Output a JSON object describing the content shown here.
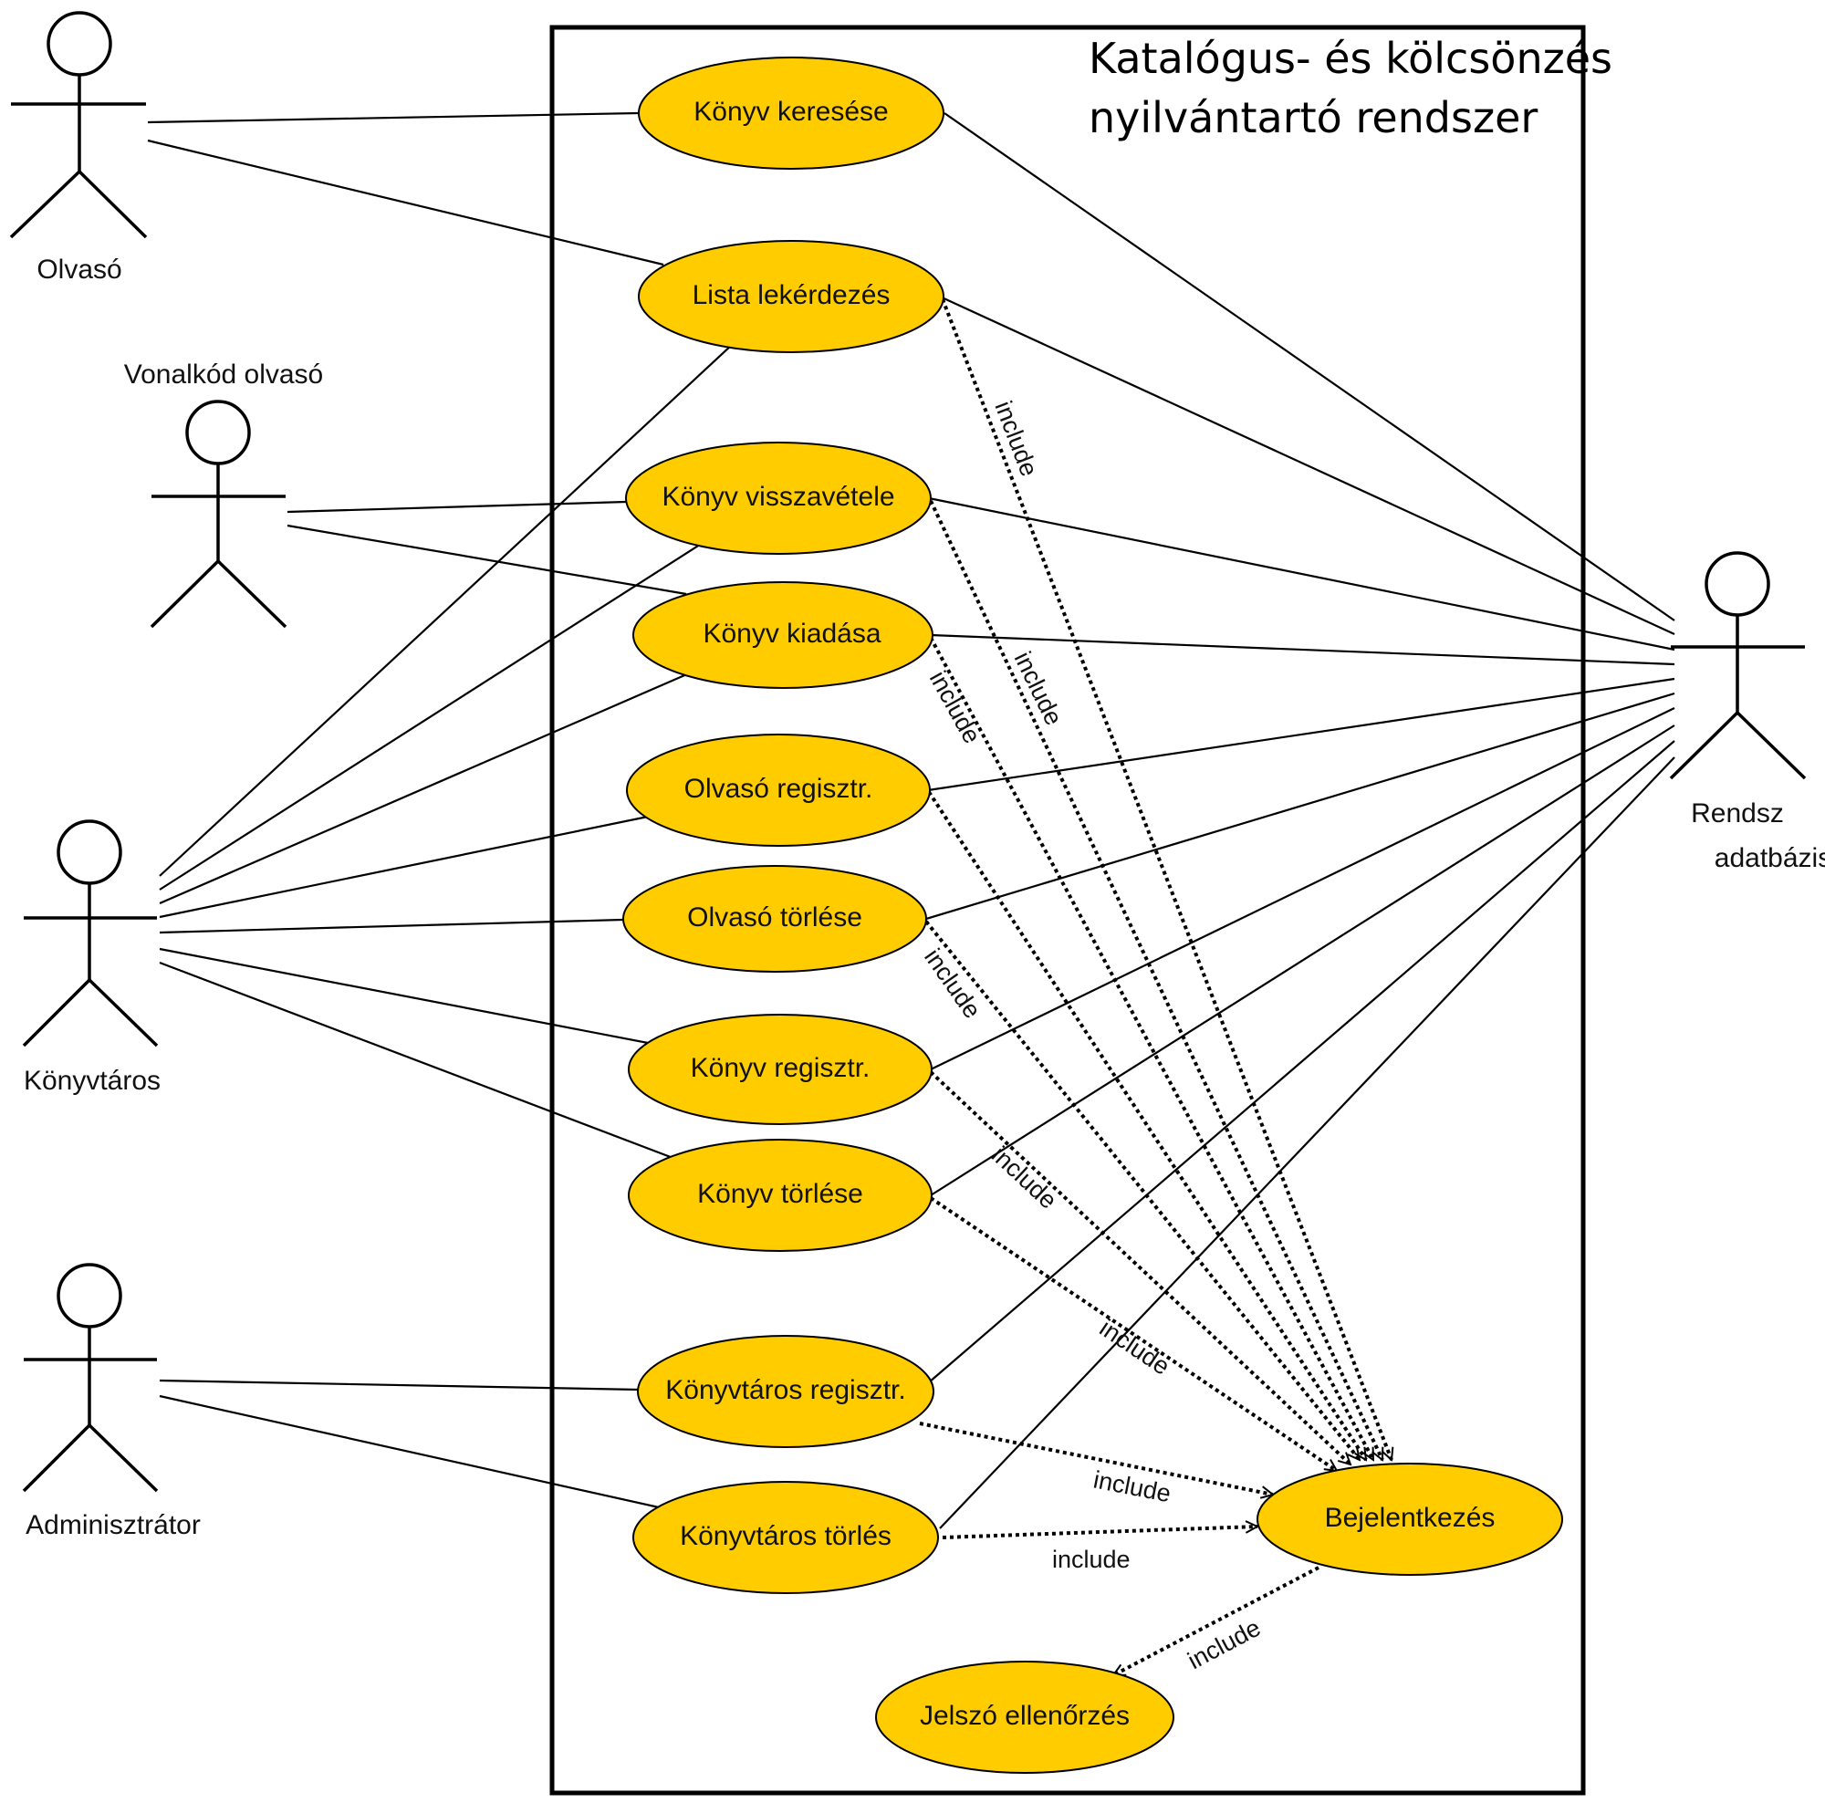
{
  "system": {
    "title_lines": [
      "Katalógus- és kölcsönzés",
      "nyilvántartó rendszer"
    ]
  },
  "actors": {
    "olvaso": "Olvasó",
    "vonalkod": "Vonalkód olvasó",
    "konyvtaros": "Könyvtáros",
    "adminisztrator": "Adminisztrátor",
    "rendszer_line1": "Rendsz",
    "rendszer_line2": "adatbázis"
  },
  "use_cases": {
    "konyv_keresese": "Könyv keresése",
    "lista_lekerdezes": "Lista lekérdezés",
    "konyv_visszavetele": "Könyv visszavétele",
    "konyv_kiadasa": "Könyv kiadása",
    "olvaso_regisztr": "Olvasó regisztr.",
    "olvaso_torlese": "Olvasó törlése",
    "konyv_regisztr": "Könyv regisztr.",
    "konyv_torlese": "Könyv törlése",
    "konyvtaros_regisztr": "Könyvtáros regisztr.",
    "konyvtaros_torles": "Könyvtáros törlés",
    "bejelentkezes": "Bejelentkezés",
    "jelszo_ellenorzes": "Jelszó ellenőrzés"
  },
  "relation_label": "include",
  "colors": {
    "use_case_fill": "#FFCC00",
    "stroke": "#000000",
    "background": "#FFFFFF"
  }
}
